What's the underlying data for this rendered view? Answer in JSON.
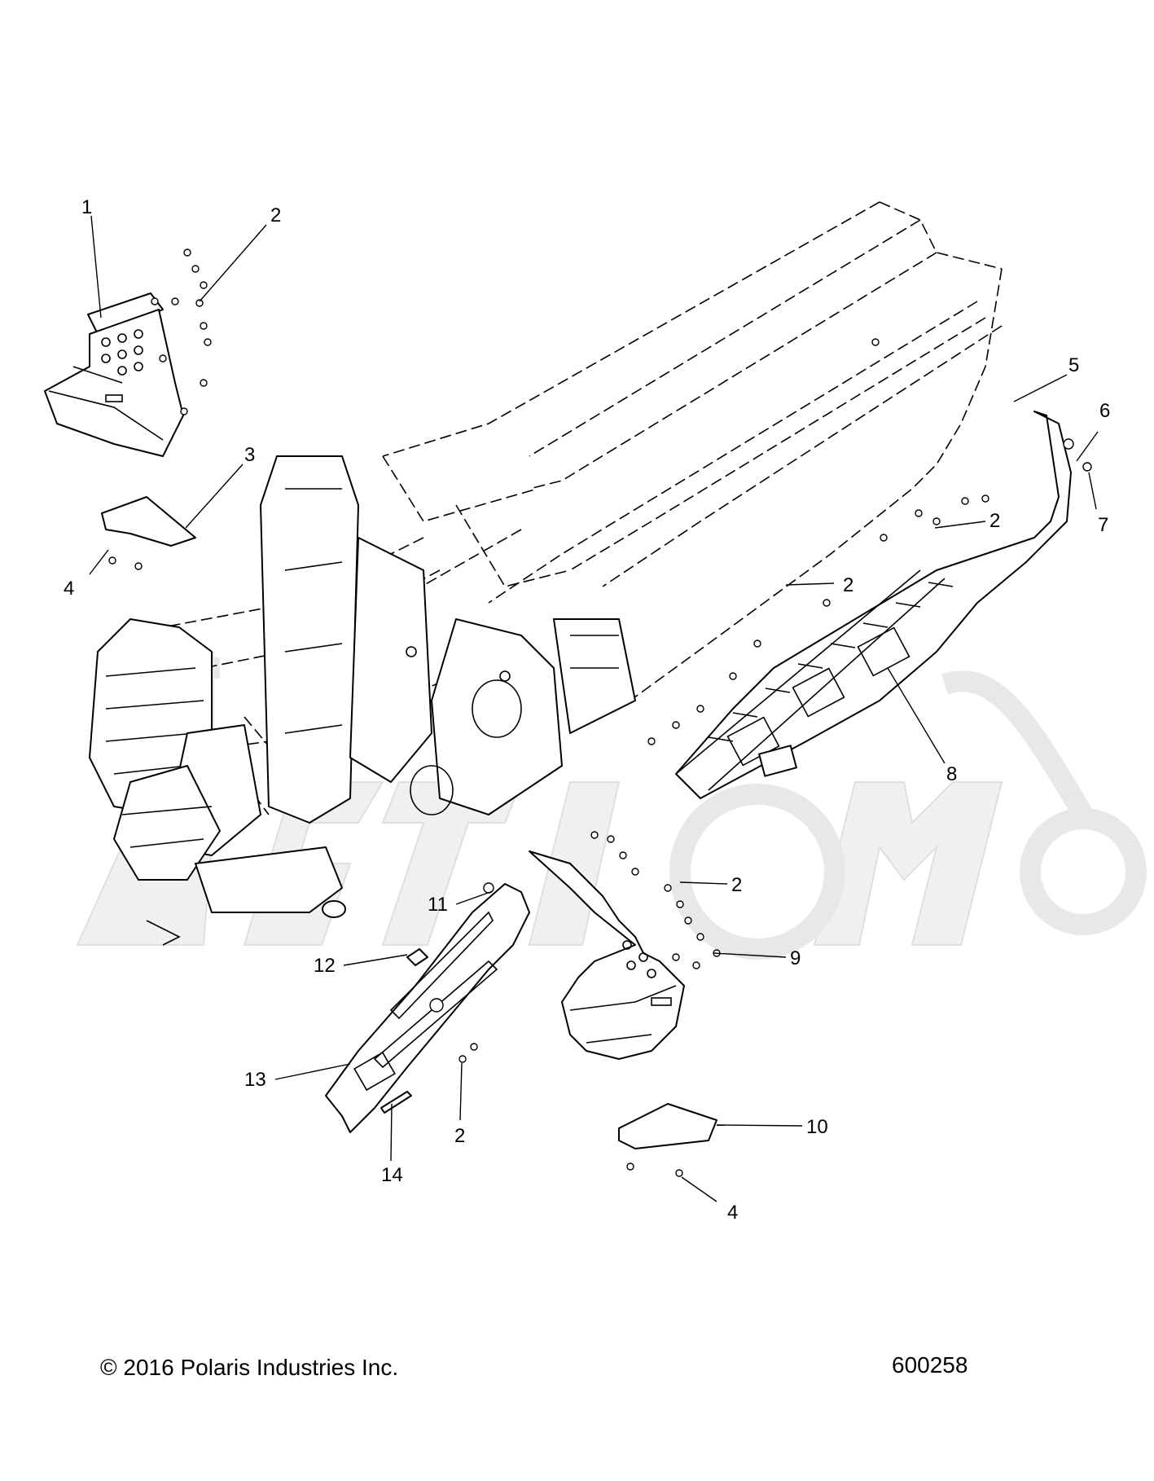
{
  "callouts": [
    {
      "num": "1"
    },
    {
      "num": "2"
    },
    {
      "num": "3"
    },
    {
      "num": "4"
    },
    {
      "num": "5"
    },
    {
      "num": "6"
    },
    {
      "num": "7"
    },
    {
      "num": "2"
    },
    {
      "num": "2"
    },
    {
      "num": "8"
    },
    {
      "num": "2"
    },
    {
      "num": "11"
    },
    {
      "num": "12"
    },
    {
      "num": "9"
    },
    {
      "num": "13"
    },
    {
      "num": "2"
    },
    {
      "num": "10"
    },
    {
      "num": "14"
    },
    {
      "num": "4"
    }
  ],
  "footer": {
    "copyright": "© 2016 Polaris Industries Inc.",
    "diagram_id": "600258"
  },
  "watermark": "Arctic Motorsport logo",
  "colors": {
    "line": "#000000",
    "watermark": "#e6e6e6",
    "background": "#ffffff"
  }
}
